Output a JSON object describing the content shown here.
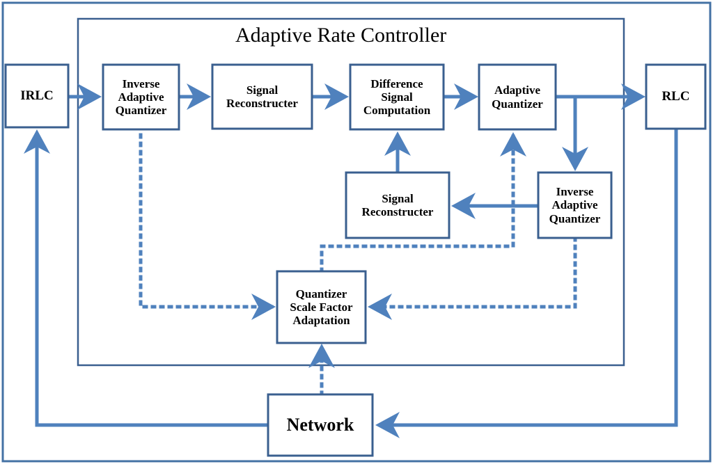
{
  "diagram": {
    "title": "Adaptive Rate Controller",
    "outer_border_color": "#4472A4",
    "box_border_color": "#4472A4",
    "arrow_color": "#4F81BD",
    "background": "#FFFFFF",
    "text_color": "#000000"
  },
  "nodes": {
    "irlc": {
      "label": "IRLC"
    },
    "inverse_adaptive_quantizer_top": {
      "line1": "Inverse",
      "line2": "Adaptive",
      "line3": "Quantizer"
    },
    "signal_reconstructer_top": {
      "line1": "Signal",
      "line2": "Reconstructer"
    },
    "difference_signal_computation": {
      "line1": "Difference",
      "line2": "Signal",
      "line3": "Computation"
    },
    "adaptive_quantizer": {
      "line1": "Adaptive",
      "line2": "Quantizer"
    },
    "rlc": {
      "label": "RLC"
    },
    "signal_reconstructer_mid": {
      "line1": "Signal",
      "line2": "Reconstructer"
    },
    "inverse_adaptive_quantizer_mid": {
      "line1": "Inverse",
      "line2": "Adaptive",
      "line3": "Quantizer"
    },
    "quantizer_scale_factor_adaptation": {
      "line1": "Quantizer",
      "line2": "Scale Factor",
      "line3": "Adaptation"
    },
    "network": {
      "label": "Network"
    }
  },
  "edges": [
    {
      "name": "irlc-to-inverse-adaptive-quantizer",
      "style": "solid"
    },
    {
      "name": "inverse-adaptive-quantizer-to-signal-reconstructer",
      "style": "solid"
    },
    {
      "name": "signal-reconstructer-to-difference-signal-computation",
      "style": "solid"
    },
    {
      "name": "difference-signal-computation-to-adaptive-quantizer",
      "style": "solid"
    },
    {
      "name": "adaptive-quantizer-to-rlc",
      "style": "solid"
    },
    {
      "name": "adaptive-quantizer-to-inverse-adaptive-quantizer-mid",
      "style": "solid"
    },
    {
      "name": "inverse-adaptive-quantizer-mid-to-signal-reconstructer-mid",
      "style": "solid"
    },
    {
      "name": "signal-reconstructer-mid-to-difference-signal-computation",
      "style": "solid"
    },
    {
      "name": "rlc-to-network",
      "style": "solid"
    },
    {
      "name": "network-to-irlc",
      "style": "solid"
    },
    {
      "name": "network-to-quantizer-scale-factor-adaptation",
      "style": "dotted"
    },
    {
      "name": "quantizer-scale-factor-adaptation-to-inverse-adaptive-quantizer-top",
      "style": "dotted"
    },
    {
      "name": "quantizer-scale-factor-adaptation-to-adaptive-quantizer",
      "style": "dotted"
    },
    {
      "name": "inverse-adaptive-quantizer-mid-to-quantizer-scale-factor-adaptation",
      "style": "dotted"
    }
  ]
}
